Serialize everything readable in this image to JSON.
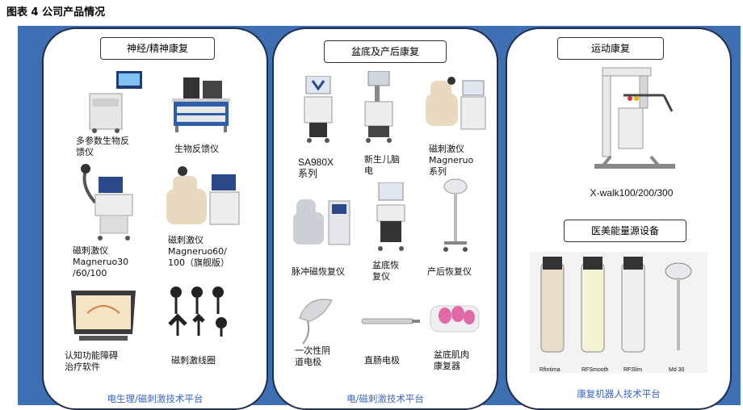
{
  "figure_title": "图表 4 公司产品情况",
  "panels": [
    {
      "heading": "神经/精神康复",
      "footer": "电生理/磁刺激技术平台",
      "products": [
        "多参数生物反\n馈仪",
        "生物反馈仪",
        "磁刺激仪\nMagneruo30\n/60/100",
        "磁刺激仪\nMagneruo60/\n100（旗舰版）",
        "认知功能障碍\n治疗软件",
        "磁刺激线圈"
      ]
    },
    {
      "heading": "盆底及产后康复",
      "footer": "电/磁刺激技术平台",
      "products": [
        "SA980X\n系列",
        "新生儿脑\n电",
        "磁刺激仪\nMagneruo\n系列",
        "脉冲磁恢复仪",
        "盆底恢\n复仪",
        "产后恢复仪",
        "一次性阴\n道电极",
        "直肠电极",
        "盆底肌肉\n康复器"
      ]
    },
    {
      "heading": "运动康复",
      "heading2": "医美能量源设备",
      "footer": "康复机器人技术平台",
      "products": [
        "X-walk100/200/300"
      ],
      "device_labels": [
        "Rfintima",
        "RFSmooth",
        "RFSlim",
        "Md 30"
      ]
    }
  ],
  "colors": {
    "background_band": "#3f6fb3",
    "footer_text": "#3a66c4",
    "panel_border": "#1f2d4d"
  }
}
